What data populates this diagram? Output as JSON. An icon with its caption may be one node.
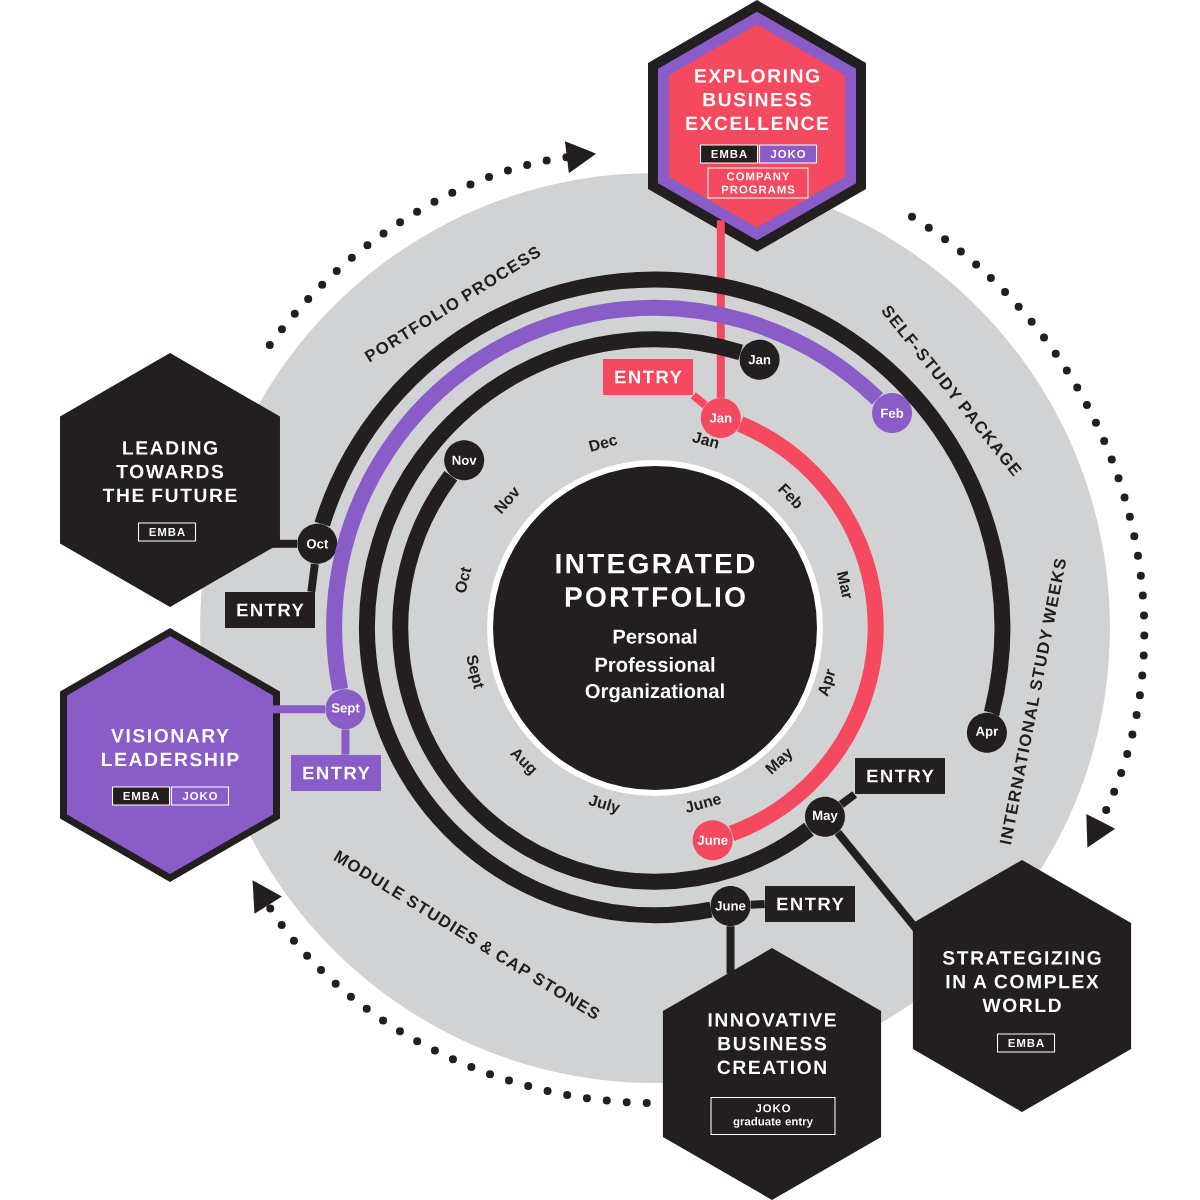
{
  "diagram": {
    "nodes": [
      {
        "text": [
          "EXPLORING BUSINESS EXCELLENCE"
        ]
      },
      {
        "text": [
          "EMBA"
        ],
        "in": 0
      },
      {
        "text": [
          "JOKO"
        ],
        "in": 0
      },
      {
        "text": [
          "COMPANY PROGRAMS"
        ],
        "in": 0
      },
      {
        "text": [
          "LEADING TOWARDS THE FUTURE"
        ]
      },
      {
        "text": [
          "EMBA"
        ],
        "in": 4
      },
      {
        "text": [
          "VISIONARY LEADERSHIP"
        ]
      },
      {
        "text": [
          "EMBA"
        ],
        "in": 6
      },
      {
        "text": [
          "JOKO"
        ],
        "in": 6
      },
      {
        "text": [
          "INNOVATIVE BUSINESS CREATION"
        ]
      },
      {
        "text": [
          "JOKO",
          "graduate entry"
        ],
        "in": 9
      },
      {
        "text": [
          "STRATEGIZING IN A COMPLEX WORLD"
        ]
      },
      {
        "text": [
          "EMBA"
        ],
        "in": 11
      },
      {
        "text": [
          "INTEGRATED PORTFOLIO",
          "Personal",
          "Professional",
          "Organizational"
        ]
      },
      {
        "text": [
          "Jan"
        ]
      },
      {
        "text": [
          "June"
        ]
      },
      {
        "text": [
          "Jan"
        ]
      },
      {
        "text": [
          "Nov"
        ]
      },
      {
        "text": [
          "Feb"
        ]
      },
      {
        "text": [
          "Sept"
        ]
      },
      {
        "text": [
          "Oct"
        ]
      },
      {
        "text": [
          "Apr"
        ]
      },
      {
        "text": [
          "May"
        ]
      },
      {
        "text": [
          "June"
        ]
      },
      {
        "text": [
          "ENTRY"
        ]
      },
      {
        "text": [
          "ENTRY"
        ]
      },
      {
        "text": [
          "ENTRY"
        ]
      },
      {
        "text": [
          "ENTRY"
        ]
      },
      {
        "text": [
          "ENTRY"
        ]
      }
    ],
    "edges": [
      {
        "from": 0,
        "to": 14,
        "arrow": "none",
        "color": "#f5495f"
      },
      {
        "from": 24,
        "to": 14,
        "arrow": "none",
        "color": "#f5495f"
      },
      {
        "from": 14,
        "to": 15,
        "arrow": "none",
        "style": "thick",
        "color": "#f5495f"
      },
      {
        "from": 16,
        "to": 23,
        "arrow": "none",
        "style": "thick"
      },
      {
        "from": 28,
        "to": 23,
        "arrow": "none"
      },
      {
        "from": 9,
        "to": 23,
        "arrow": "none"
      },
      {
        "from": 17,
        "to": 22,
        "arrow": "none",
        "style": "thick"
      },
      {
        "from": 27,
        "to": 22,
        "arrow": "none"
      },
      {
        "from": 11,
        "to": 22,
        "arrow": "none"
      },
      {
        "from": 19,
        "to": 18,
        "arrow": "none",
        "style": "thick",
        "color": "#8a5cc8"
      },
      {
        "from": 6,
        "to": 19,
        "arrow": "none",
        "color": "#8a5cc8"
      },
      {
        "from": 26,
        "to": 19,
        "arrow": "none",
        "color": "#8a5cc8"
      },
      {
        "from": 20,
        "to": 21,
        "arrow": "none",
        "style": "thick"
      },
      {
        "from": 4,
        "to": 20,
        "arrow": "none"
      },
      {
        "from": 25,
        "to": 20,
        "arrow": "none"
      }
    ],
    "labels": [
      "PORTFOLIO PROCESS",
      "SELF-STUDY PACKAGE",
      "INTERNATIONAL STUDY WEEKS",
      "MODULE STUDIES & CAP STONES",
      "Jan",
      "Feb",
      "Mar",
      "Apr",
      "May",
      "June",
      "July",
      "Aug",
      "Sept",
      "Oct",
      "Nov",
      "Dec"
    ]
  }
}
